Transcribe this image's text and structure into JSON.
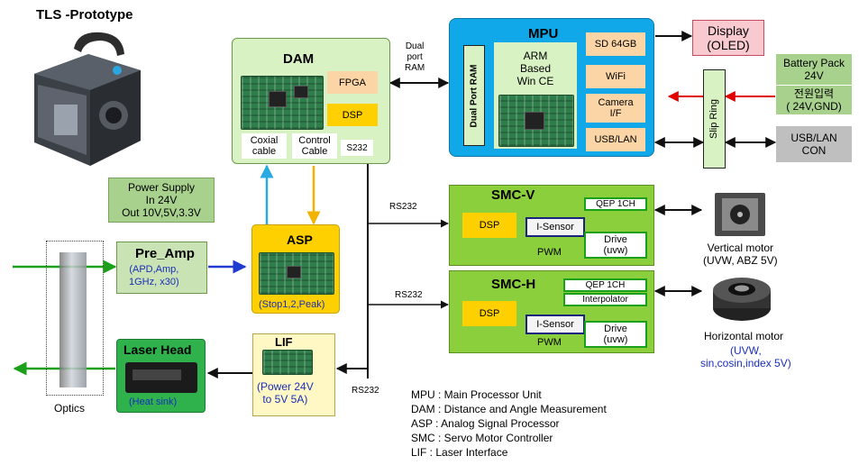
{
  "device": {
    "title": "TLS -Prototype"
  },
  "blocks": {
    "dam": {
      "title": "DAM",
      "fpga": "FPGA",
      "dsp": "DSP",
      "coxial": "Coxial\ncable",
      "control": "Control\nCable",
      "s232": "S232"
    },
    "mpu": {
      "title": "MPU",
      "dual_port_ram": "Dual Port RAM",
      "arm": "ARM\nBased\nWin CE",
      "sd": "SD 64GB",
      "wifi": "WiFi",
      "camera": "Camera\nI/F",
      "usblan": "USB/LAN"
    },
    "display": "Display\n(OLED)",
    "battery": "Battery Pack\n24V",
    "power_in": "전원입력\n( 24V,GND)",
    "slip_ring": "Slip Ring",
    "usb_con": "USB/LAN\nCON",
    "power_supply": "Power Supply\nIn 24V\nOut 10V,5V,3.3V",
    "dual_port_label": "Dual\nport\nRAM",
    "preamp": {
      "title": "Pre_Amp",
      "sub": "(APD,Amp,\n1GHz, x30)"
    },
    "asp": {
      "title": "ASP",
      "sub": "(Stop1,2,Peak)"
    },
    "laser": {
      "title": "Laser Head",
      "sub": "(Heat sink)"
    },
    "lif": {
      "title": "LIF",
      "sub": "(Power 24V\nto 5V 5A)"
    },
    "smcv": {
      "title": "SMC-V",
      "qep": "QEP 1CH",
      "dsp": "DSP",
      "isensor": "I-Sensor",
      "drive": "Drive\n(uvw)",
      "pwm": "PWM"
    },
    "smch": {
      "title": "SMC-H",
      "qep": "QEP 1CH",
      "interp": "Interpolator",
      "dsp": "DSP",
      "isensor": "I-Sensor",
      "drive": "Drive\n(uvw)",
      "pwm": "PWM"
    },
    "vmotor": "Vertical motor\n(UVW, ABZ 5V)",
    "hmotor_title": "Horizontal motor",
    "hmotor_sub": "(UVW,\nsin,cosin,index 5V)",
    "optics": "Optics",
    "rs232_labels": [
      "RS232",
      "RS232",
      "RS232"
    ]
  },
  "legend": [
    "MPU : Main Processor Unit",
    "DAM : Distance and Angle Measurement",
    "ASP  : Analog Signal Processor",
    "SMC  : Servo Motor Controller",
    "LIF : Laser Interface"
  ],
  "colors": {
    "green_box": "#d9f2c4",
    "yellow": "#ffd000",
    "orange_lbl": "#fbd5a5",
    "blue_box": "#10a8e8",
    "dark_green": "#8ccf3d",
    "sky": "#29abe2",
    "red": "#e00000",
    "navy": "#1a237e"
  }
}
